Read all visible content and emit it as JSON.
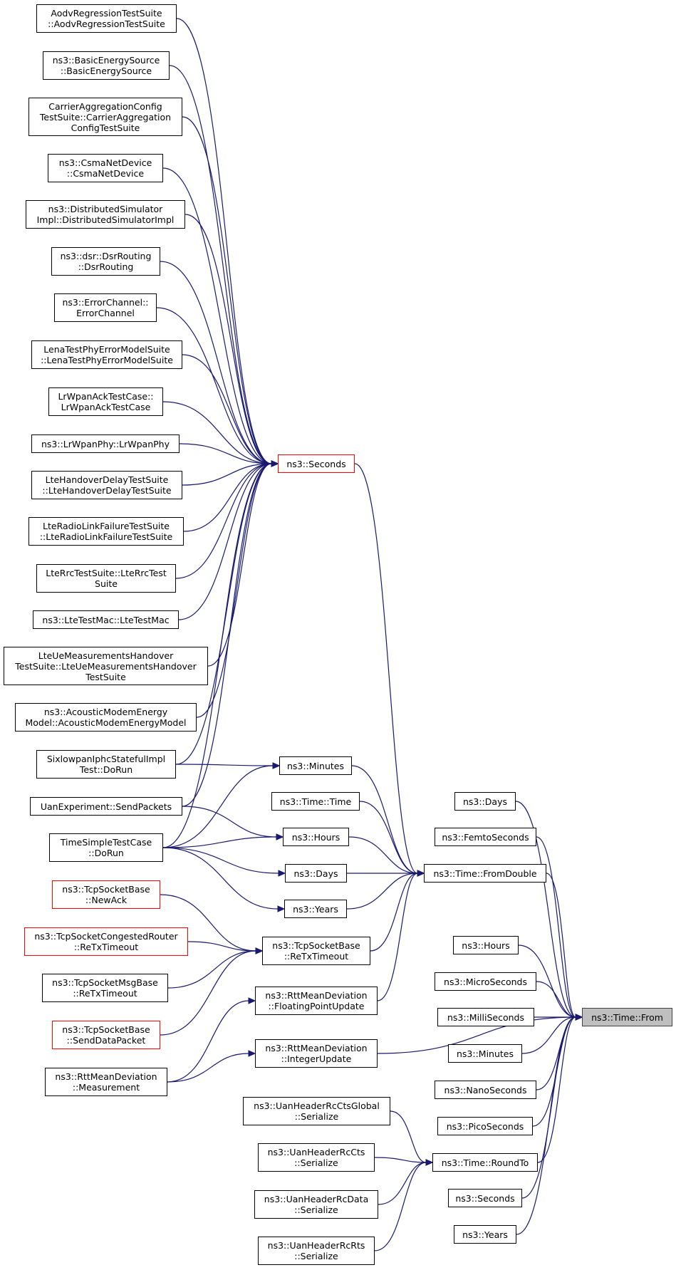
{
  "diagram": {
    "colors": {
      "edge": "#191970",
      "node_border": "#000000",
      "node_red_border": "#ff0000",
      "focus_fill": "#bfbfbf"
    },
    "focus_node": "n_from",
    "nodes": [
      {
        "id": "n_aodv",
        "label": "AodvRegressionTestSuite\n::AodvRegressionTestSuite"
      },
      {
        "id": "n_basicenergy",
        "label": "ns3::BasicEnergySource\n::BasicEnergySource"
      },
      {
        "id": "n_carrier",
        "label": "CarrierAggregationConfig\nTestSuite::CarrierAggregation\nConfigTestSuite"
      },
      {
        "id": "n_csma",
        "label": "ns3::CsmaNetDevice\n::CsmaNetDevice"
      },
      {
        "id": "n_distsim",
        "label": "ns3::DistributedSimulator\nImpl::DistributedSimulatorImpl"
      },
      {
        "id": "n_dsr",
        "label": "ns3::dsr::DsrRouting\n::DsrRouting"
      },
      {
        "id": "n_errchan",
        "label": "ns3::ErrorChannel::\nErrorChannel"
      },
      {
        "id": "n_lenaphy",
        "label": "LenaTestPhyErrorModelSuite\n::LenaTestPhyErrorModelSuite"
      },
      {
        "id": "n_lrwpanack",
        "label": "LrWpanAckTestCase::\nLrWpanAckTestCase"
      },
      {
        "id": "n_lrwpanphy",
        "label": "ns3::LrWpanPhy::LrWpanPhy"
      },
      {
        "id": "n_ltehandover",
        "label": "LteHandoverDelayTestSuite\n::LteHandoverDelayTestSuite"
      },
      {
        "id": "n_lteradio",
        "label": "LteRadioLinkFailureTestSuite\n::LteRadioLinkFailureTestSuite"
      },
      {
        "id": "n_lterrc",
        "label": "LteRrcTestSuite::LteRrcTest\nSuite"
      },
      {
        "id": "n_ltetestmac",
        "label": "ns3::LteTestMac::LteTestMac"
      },
      {
        "id": "n_lteue",
        "label": "LteUeMeasurementsHandover\nTestSuite::LteUeMeasurementsHandover\nTestSuite"
      },
      {
        "id": "n_acoustic",
        "label": "ns3::AcousticModemEnergy\nModel::AcousticModemEnergyModel"
      },
      {
        "id": "n_sixlowpan",
        "label": "SixlowpanIphcStatefulImpl\nTest::DoRun"
      },
      {
        "id": "n_uanexp",
        "label": "UanExperiment::SendPackets"
      },
      {
        "id": "n_timesimple",
        "label": "TimeSimpleTestCase\n::DoRun"
      },
      {
        "id": "n_tcpnewack",
        "label": "ns3::TcpSocketBase\n::NewAck",
        "red": true
      },
      {
        "id": "n_tcpcong",
        "label": "ns3::TcpSocketCongestedRouter\n::ReTxTimeout",
        "red": true
      },
      {
        "id": "n_tcpmsg",
        "label": "ns3::TcpSocketMsgBase\n::ReTxTimeout"
      },
      {
        "id": "n_tcpsend",
        "label": "ns3::TcpSocketBase\n::SendDataPacket",
        "red": true
      },
      {
        "id": "n_rttmeas",
        "label": "ns3::RttMeanDeviation\n::Measurement"
      },
      {
        "id": "n_seconds_mid",
        "label": "ns3::Seconds",
        "red": true
      },
      {
        "id": "n_minutes_mid",
        "label": "ns3::Minutes"
      },
      {
        "id": "n_timetime",
        "label": "ns3::Time::Time"
      },
      {
        "id": "n_hours_mid",
        "label": "ns3::Hours"
      },
      {
        "id": "n_days_mid",
        "label": "ns3::Days"
      },
      {
        "id": "n_years_mid",
        "label": "ns3::Years"
      },
      {
        "id": "n_tcpretx",
        "label": "ns3::TcpSocketBase\n::ReTxTimeout"
      },
      {
        "id": "n_rttfloat",
        "label": "ns3::RttMeanDeviation\n::FloatingPointUpdate"
      },
      {
        "id": "n_rttint",
        "label": "ns3::RttMeanDeviation\n::IntegerUpdate"
      },
      {
        "id": "n_uancts",
        "label": "ns3::UanHeaderRcCtsGlobal\n::Serialize"
      },
      {
        "id": "n_uanrccts",
        "label": "ns3::UanHeaderRcCts\n::Serialize"
      },
      {
        "id": "n_uandata",
        "label": "ns3::UanHeaderRcData\n::Serialize"
      },
      {
        "id": "n_uanrts",
        "label": "ns3::UanHeaderRcRts\n::Serialize"
      },
      {
        "id": "n_fromdouble",
        "label": "ns3::Time::FromDouble"
      },
      {
        "id": "n_roundto",
        "label": "ns3::Time::RoundTo"
      },
      {
        "id": "n_days_r",
        "label": "ns3::Days"
      },
      {
        "id": "n_femto",
        "label": "ns3::FemtoSeconds"
      },
      {
        "id": "n_hours_r",
        "label": "ns3::Hours"
      },
      {
        "id": "n_micro",
        "label": "ns3::MicroSeconds"
      },
      {
        "id": "n_milli",
        "label": "ns3::MilliSeconds"
      },
      {
        "id": "n_minutes_r",
        "label": "ns3::Minutes"
      },
      {
        "id": "n_nano",
        "label": "ns3::NanoSeconds"
      },
      {
        "id": "n_pico",
        "label": "ns3::PicoSeconds"
      },
      {
        "id": "n_seconds_r",
        "label": "ns3::Seconds"
      },
      {
        "id": "n_years_r",
        "label": "ns3::Years"
      },
      {
        "id": "n_from",
        "label": "ns3::Time::From",
        "focus": true
      }
    ],
    "edges": [
      [
        "n_aodv",
        "n_seconds_mid"
      ],
      [
        "n_basicenergy",
        "n_seconds_mid"
      ],
      [
        "n_carrier",
        "n_seconds_mid"
      ],
      [
        "n_csma",
        "n_seconds_mid"
      ],
      [
        "n_distsim",
        "n_seconds_mid"
      ],
      [
        "n_dsr",
        "n_seconds_mid"
      ],
      [
        "n_errchan",
        "n_seconds_mid"
      ],
      [
        "n_lenaphy",
        "n_seconds_mid"
      ],
      [
        "n_lrwpanack",
        "n_seconds_mid"
      ],
      [
        "n_lrwpanphy",
        "n_seconds_mid"
      ],
      [
        "n_ltehandover",
        "n_seconds_mid"
      ],
      [
        "n_lteradio",
        "n_seconds_mid"
      ],
      [
        "n_lterrc",
        "n_seconds_mid"
      ],
      [
        "n_ltetestmac",
        "n_seconds_mid"
      ],
      [
        "n_lteue",
        "n_seconds_mid"
      ],
      [
        "n_acoustic",
        "n_seconds_mid"
      ],
      [
        "n_sixlowpan",
        "n_seconds_mid"
      ],
      [
        "n_uanexp",
        "n_seconds_mid"
      ],
      [
        "n_timesimple",
        "n_seconds_mid"
      ],
      [
        "n_sixlowpan",
        "n_minutes_mid"
      ],
      [
        "n_timesimple",
        "n_minutes_mid"
      ],
      [
        "n_uanexp",
        "n_hours_mid"
      ],
      [
        "n_timesimple",
        "n_hours_mid"
      ],
      [
        "n_timesimple",
        "n_days_mid"
      ],
      [
        "n_timesimple",
        "n_years_mid"
      ],
      [
        "n_tcpnewack",
        "n_tcpretx"
      ],
      [
        "n_tcpcong",
        "n_tcpretx"
      ],
      [
        "n_tcpmsg",
        "n_tcpretx"
      ],
      [
        "n_tcpsend",
        "n_tcpretx"
      ],
      [
        "n_rttmeas",
        "n_rttfloat"
      ],
      [
        "n_rttmeas",
        "n_rttint"
      ],
      [
        "n_seconds_mid",
        "n_fromdouble"
      ],
      [
        "n_minutes_mid",
        "n_fromdouble"
      ],
      [
        "n_timetime",
        "n_fromdouble"
      ],
      [
        "n_hours_mid",
        "n_fromdouble"
      ],
      [
        "n_days_mid",
        "n_fromdouble"
      ],
      [
        "n_years_mid",
        "n_fromdouble"
      ],
      [
        "n_tcpretx",
        "n_fromdouble"
      ],
      [
        "n_rttfloat",
        "n_fromdouble"
      ],
      [
        "n_uancts",
        "n_roundto"
      ],
      [
        "n_uanrccts",
        "n_roundto"
      ],
      [
        "n_uandata",
        "n_roundto"
      ],
      [
        "n_uanrts",
        "n_roundto"
      ],
      [
        "n_days_r",
        "n_from"
      ],
      [
        "n_femto",
        "n_from"
      ],
      [
        "n_fromdouble",
        "n_from"
      ],
      [
        "n_rttint",
        "n_from"
      ],
      [
        "n_hours_r",
        "n_from"
      ],
      [
        "n_micro",
        "n_from"
      ],
      [
        "n_milli",
        "n_from"
      ],
      [
        "n_minutes_r",
        "n_from"
      ],
      [
        "n_nano",
        "n_from"
      ],
      [
        "n_pico",
        "n_from"
      ],
      [
        "n_roundto",
        "n_from"
      ],
      [
        "n_seconds_r",
        "n_from"
      ],
      [
        "n_years_r",
        "n_from"
      ]
    ]
  }
}
